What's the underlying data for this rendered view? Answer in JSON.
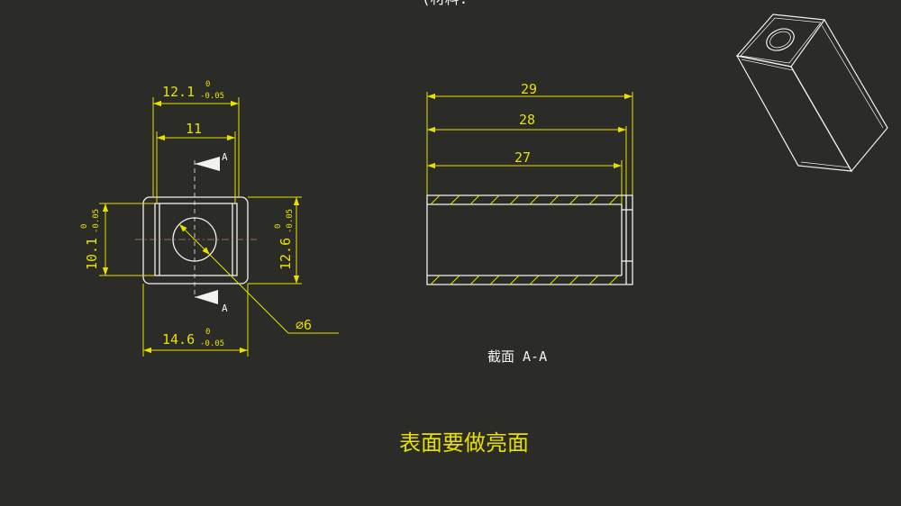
{
  "header": {
    "partial_text": "(材料:"
  },
  "front_view": {
    "dim_top_outer": {
      "base": "12.1",
      "upper": "0",
      "lower": "-0.05"
    },
    "dim_top_inner": "11",
    "dim_left": {
      "base": "10.1",
      "upper": "0",
      "lower": "-0.05"
    },
    "dim_right": {
      "base": "12.6",
      "upper": "0",
      "lower": "-0.05"
    },
    "dim_bottom": {
      "base": "14.6",
      "upper": "0",
      "lower": "-0.05"
    },
    "hole_diameter": "∅6",
    "section_marker_top": "A",
    "section_marker_bottom": "A"
  },
  "section_view": {
    "dim_29": "29",
    "dim_28": "28",
    "dim_27": "27",
    "caption": "截面  A-A"
  },
  "note": "表面要做亮面",
  "colors": {
    "background": "#2b2b27",
    "dimension": "#e8e000",
    "outline": "#f2f2f2"
  }
}
